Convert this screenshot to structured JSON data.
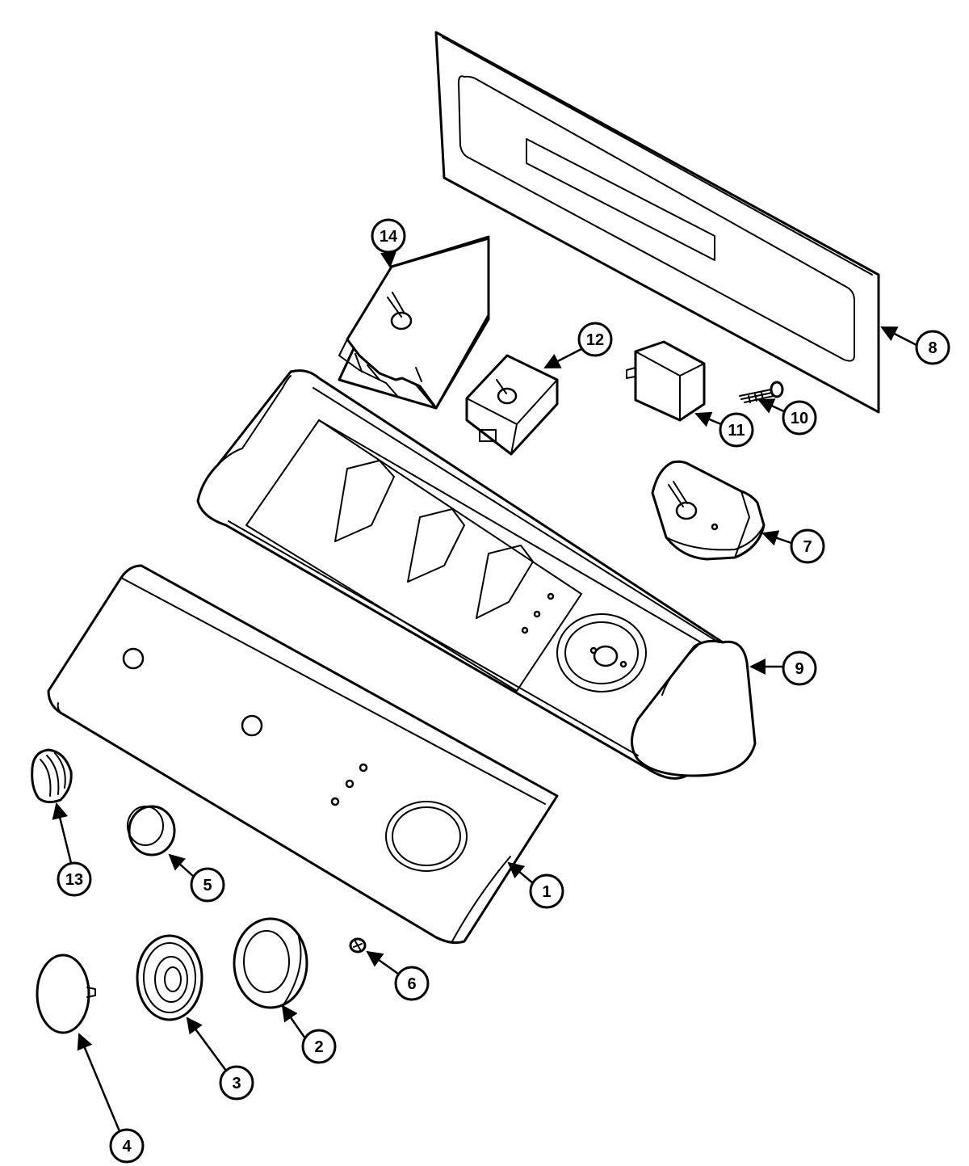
{
  "diagram": {
    "callouts": [
      {
        "id": "1",
        "label": "1"
      },
      {
        "id": "2",
        "label": "2"
      },
      {
        "id": "3",
        "label": "3"
      },
      {
        "id": "4",
        "label": "4"
      },
      {
        "id": "5",
        "label": "5"
      },
      {
        "id": "6",
        "label": "6"
      },
      {
        "id": "7",
        "label": "7"
      },
      {
        "id": "8",
        "label": "8"
      },
      {
        "id": "9",
        "label": "9"
      },
      {
        "id": "10",
        "label": "10"
      },
      {
        "id": "11",
        "label": "11"
      },
      {
        "id": "12",
        "label": "12"
      },
      {
        "id": "13",
        "label": "13"
      },
      {
        "id": "14",
        "label": "14"
      }
    ],
    "colors": {
      "line": "#000000",
      "background": "#ffffff"
    }
  }
}
